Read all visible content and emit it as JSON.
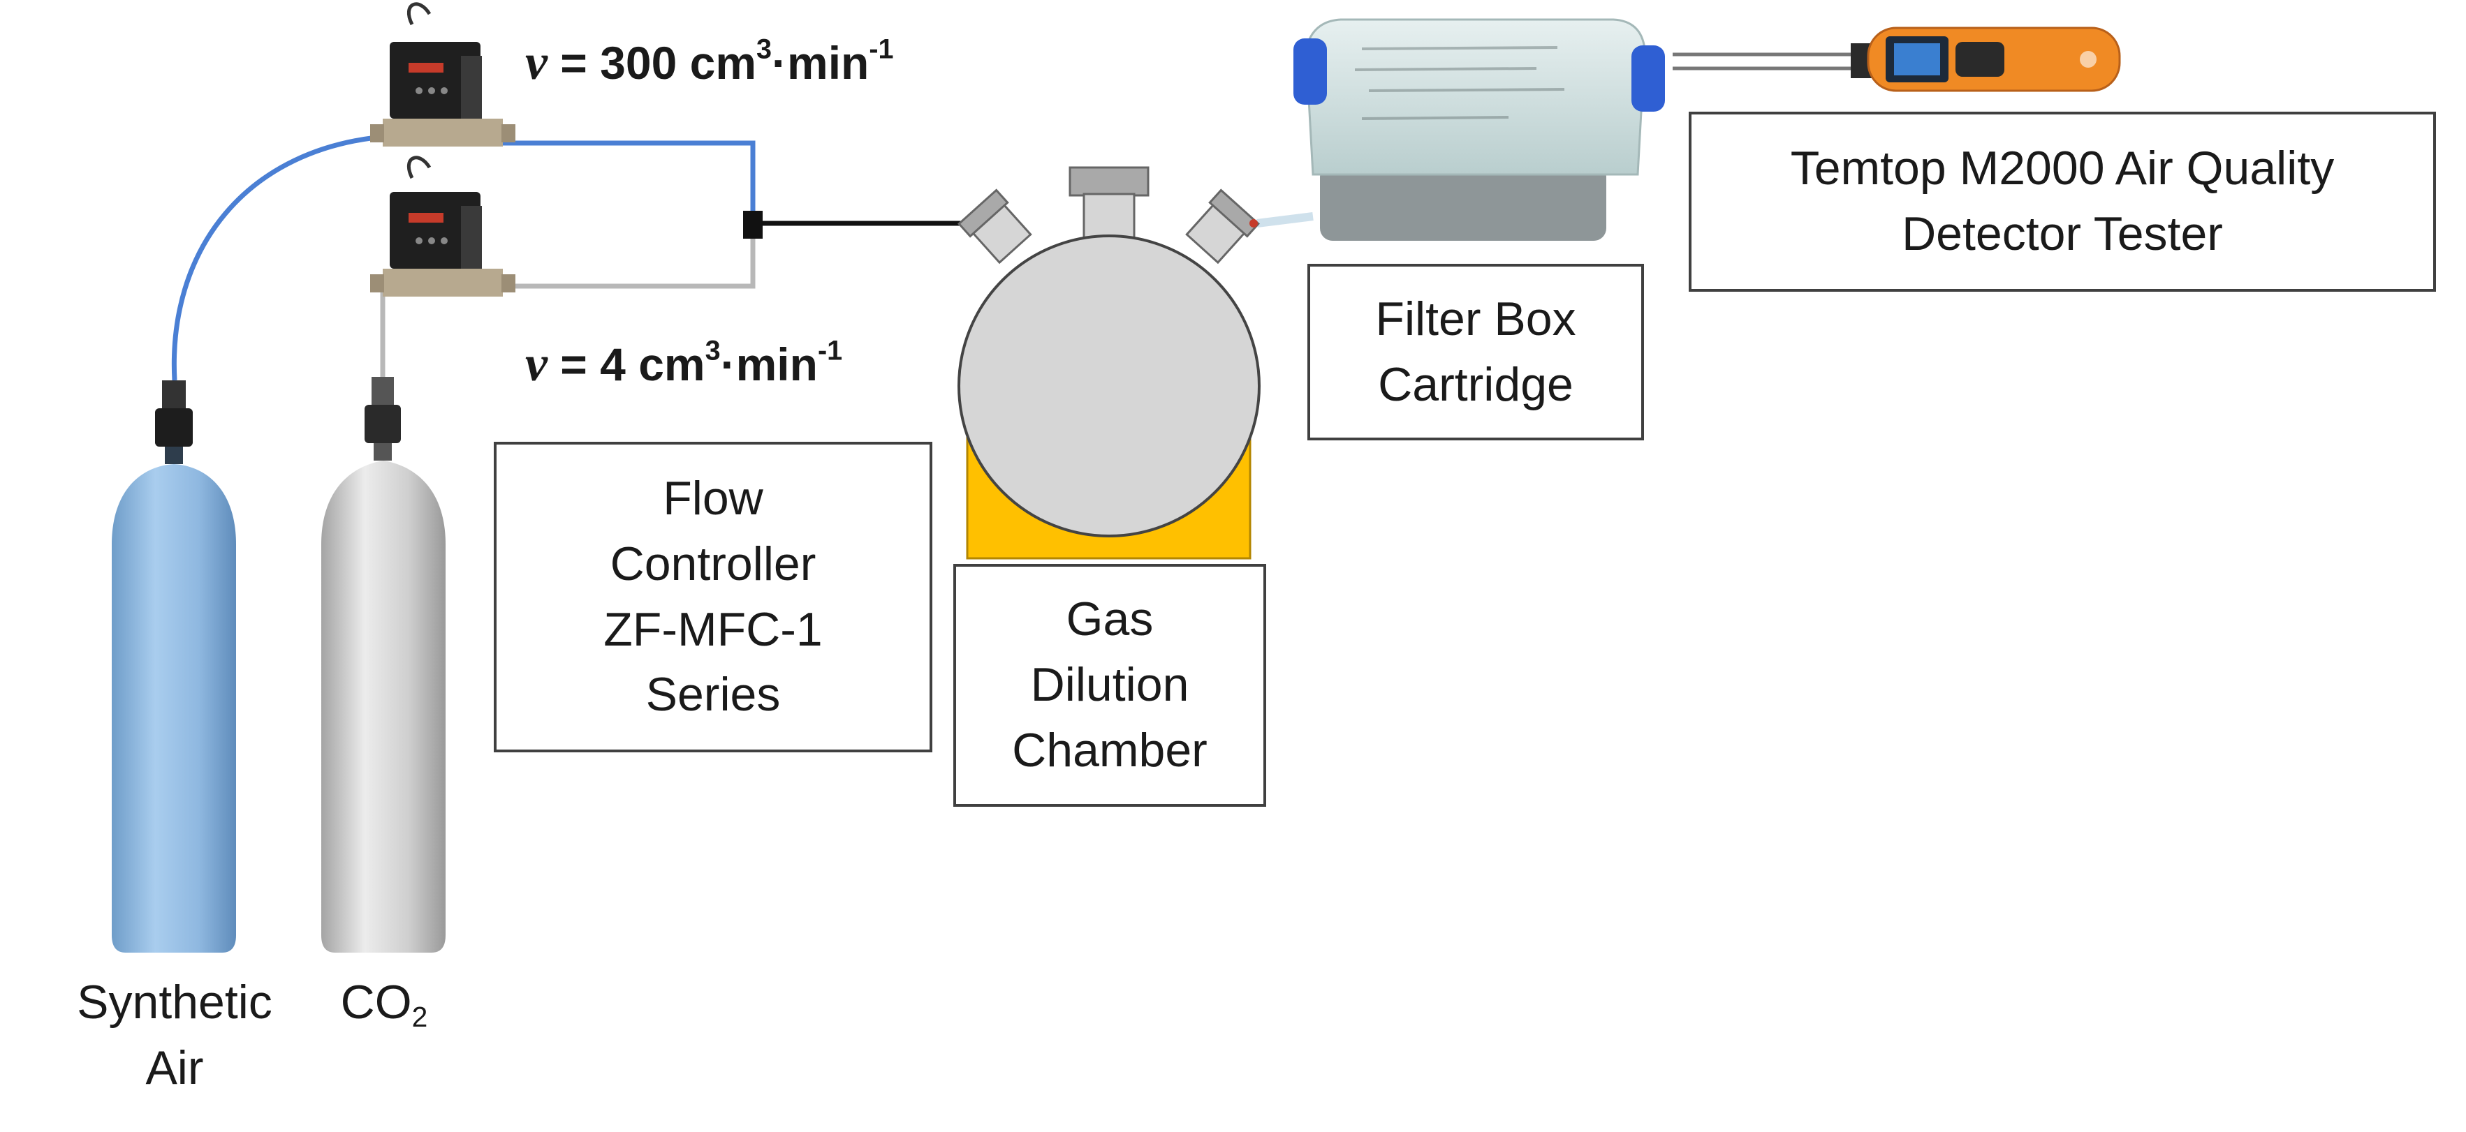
{
  "rates": {
    "air": {
      "symbol": "ν",
      "eq": " = 300 cm",
      "exp1": "3",
      "dot": "·min",
      "exp2": "-1"
    },
    "co2": {
      "symbol": "ν",
      "eq": " = 4 cm",
      "exp1": "3",
      "dot": "·min",
      "exp2": "-1"
    }
  },
  "cylinders": {
    "air": {
      "line1": "Synthetic",
      "line2": "Air"
    },
    "co2": {
      "main": "CO",
      "sub": "2"
    }
  },
  "boxes": {
    "flow_controller": [
      "Flow",
      "Controller",
      "ZF-MFC-1",
      "Series"
    ],
    "chamber": [
      "Gas",
      "Dilution",
      "Chamber"
    ],
    "filter": [
      "Filter Box",
      "Cartridge"
    ],
    "detector": [
      "Temtop M2000 Air Quality",
      "Detector Tester"
    ]
  },
  "colors": {
    "air_cylinder": "#8fb8e0",
    "co2_cylinder": "#d0d0d0",
    "air_line": "#4a7fd4",
    "co2_line": "#b8b8b8",
    "flask": "#d6d6d6",
    "heater": "#ffc000",
    "detector_body": "#f08a24"
  },
  "icons": [
    "mass-flow-controller-icon",
    "gas-cylinder-icon",
    "round-bottom-flask-icon",
    "heating-mantle-icon",
    "filter-box-icon",
    "air-quality-detector-icon"
  ]
}
